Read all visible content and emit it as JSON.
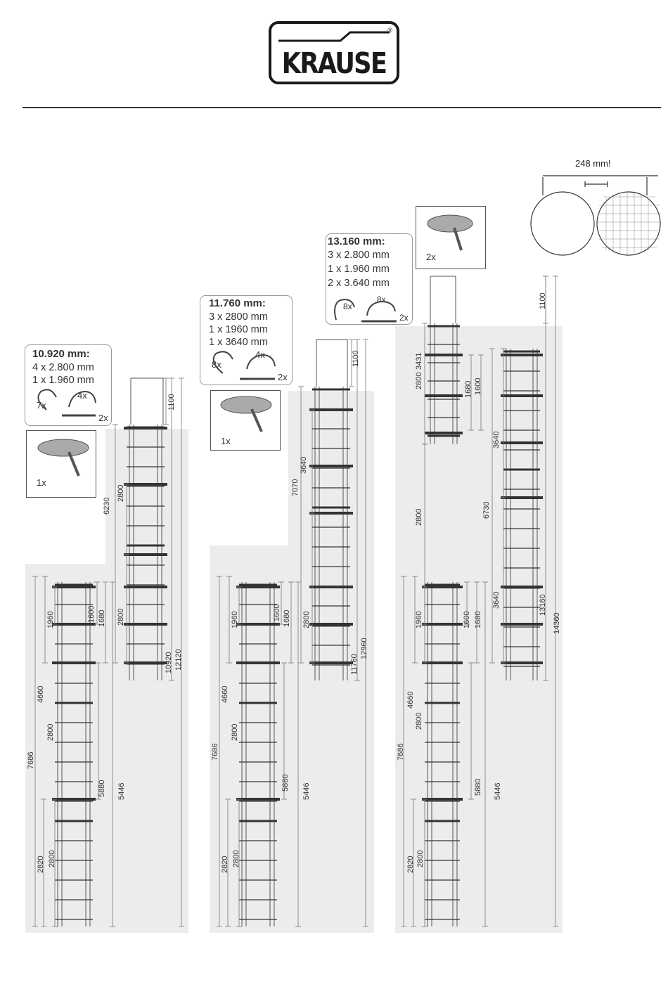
{
  "logo": {
    "brand": "KRAUSE",
    "reg_mark": "®"
  },
  "note_gap": "248 mm!",
  "configs": [
    {
      "title": "10.920 mm:",
      "lines": [
        "4 x 2.800 mm",
        "1 x 1.960 mm"
      ],
      "count_a": "7x",
      "count_b": "4x",
      "count_c": "2x",
      "platform_qty": "1x",
      "dims": {
        "exit": "1100",
        "d6230": "6230",
        "d2800a": "2800",
        "d2800b": "2800",
        "d12120": "12120",
        "d10920": "10920",
        "d1960": "1960",
        "d1600": "1600",
        "d1680": "1680",
        "d4660": "4660",
        "d2800c": "2800",
        "d7686": "7686",
        "d5880": "5880",
        "d5446": "5446",
        "d2820": "2820",
        "d2800d": "2800"
      }
    },
    {
      "title": "11.760 mm:",
      "lines": [
        "3 x 2800 mm",
        "1 x 1960 mm",
        "1 x 3640 mm"
      ],
      "count_a": "8x",
      "count_b": "4x",
      "count_c": "2x",
      "platform_qty": "1x",
      "dims": {
        "exit": "1100",
        "d3640": "3640",
        "d7070": "7070",
        "d2800a": "2800",
        "d11760": "11760",
        "d12960": "12960",
        "d1960": "1960",
        "d1600": "1600",
        "d1680": "1680",
        "d4660": "4660",
        "d2800c": "2800",
        "d7686": "7686",
        "d5880": "5880",
        "d5446": "5446",
        "d2820": "2820",
        "d2800d": "2800"
      }
    },
    {
      "title": "13.160 mm:",
      "lines": [
        "3 x 2.800 mm",
        "1 x 1.960 mm",
        "2 x 3.640 mm"
      ],
      "count_a": "8x",
      "count_b": "8x",
      "count_c": "2x",
      "platform_qty": "2x",
      "dims": {
        "exit": "1100",
        "d3431": "3431",
        "d2800a": "2800",
        "d1680": "1680",
        "d1600": "1600",
        "d3640a": "3640",
        "d6730": "6730",
        "d2800b": "2800",
        "d3640b": "3640",
        "d13160": "13160",
        "d14360": "14360",
        "d1960": "1960",
        "d1600b": "1600",
        "d1680b": "1680",
        "d4660": "4660",
        "d2800c": "2800",
        "d7686": "7686",
        "d5880": "5880",
        "d5446": "5446",
        "d2820": "2820",
        "d2800d": "2800"
      }
    }
  ],
  "colors": {
    "shade": "#ececec",
    "line": "#555555",
    "rung": "#333333"
  }
}
